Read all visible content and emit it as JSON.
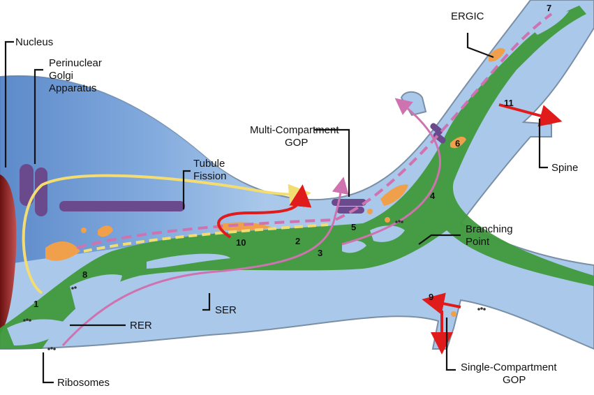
{
  "labels": {
    "nucleus": "Nucleus",
    "golgi_line1": "Perinuclear",
    "golgi_line2": "Golgi",
    "golgi_line3": "Apparatus",
    "tubule_line1": "Tubule",
    "tubule_line2": "Fission",
    "gop_multi_line1": "Multi-Compartment",
    "gop_multi_line2": "GOP",
    "ergic": "ERGIC",
    "spine": "Spine",
    "branching_line1": "Branching",
    "branching_line2": "Point",
    "ser": "SER",
    "rer": "RER",
    "ribosomes": "Ribosomes",
    "gop_single_line1": "Single-Compartment",
    "gop_single_line2": "GOP"
  },
  "numbers": {
    "n1": "1",
    "n2": "2",
    "n3": "3",
    "n4": "4",
    "n5": "5",
    "n6": "6",
    "n7": "7",
    "n8": "8",
    "n9": "9",
    "n10": "10",
    "n11": "11"
  },
  "colors": {
    "cytoplasm": "#a9c8ea",
    "soma": "#5f8fce",
    "er": "#3f9a3c",
    "golgi": "#6a4a8c",
    "ergic": "#f0a04a",
    "nucleus": "#8a1f1f",
    "yellow_path": "#f3dd72",
    "pink_path": "#cf73b0",
    "red_arrow": "#e01b1b"
  }
}
